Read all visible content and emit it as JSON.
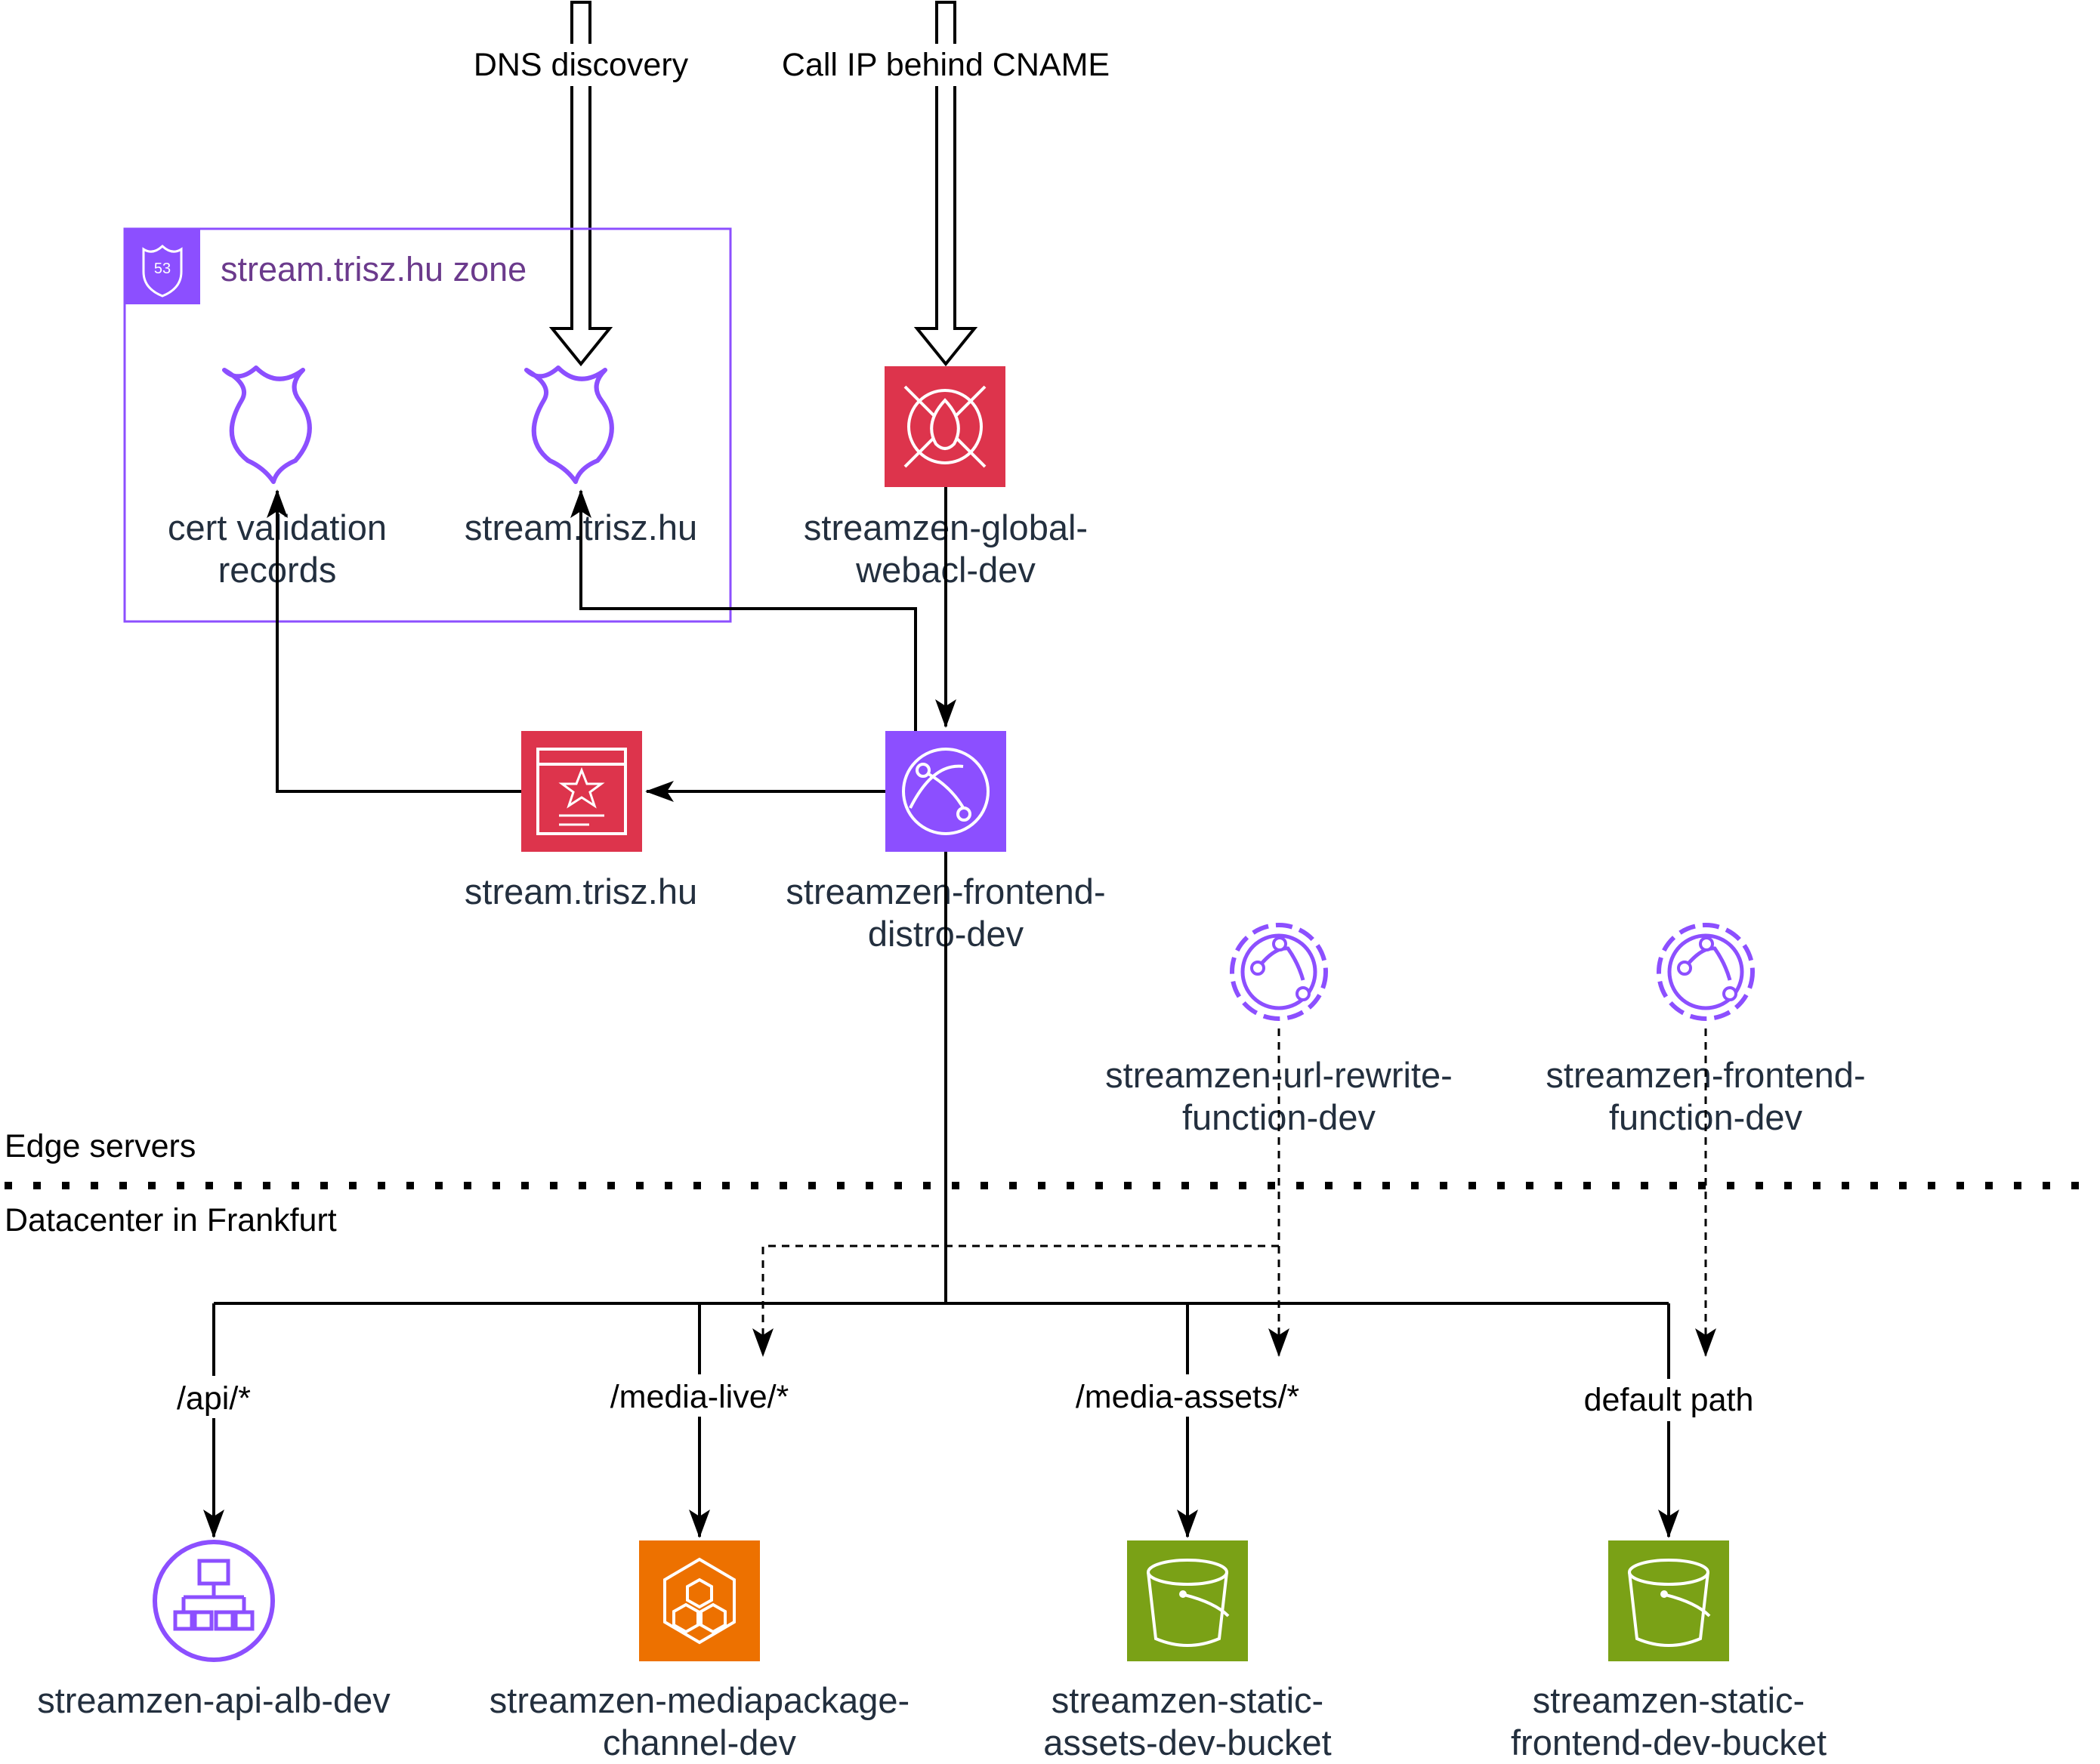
{
  "colors": {
    "zone_border": "#8c4fff",
    "purple": "#8c4fff",
    "red": "#dd344c",
    "orange": "#ed7100",
    "green": "#7aa116",
    "text": "#232f3e",
    "zone_text": "#6b3a8c"
  },
  "top_labels": {
    "dns_discovery": "DNS discovery",
    "call_ip": "Call IP behind CNAME"
  },
  "zone": {
    "title": "stream.trisz.hu zone",
    "icon": "route53-hosted-zone-icon",
    "badge": "53"
  },
  "nodes": {
    "cert_records": {
      "icon": "route53-shield-icon",
      "line1": "cert validation",
      "line2": "records"
    },
    "zone_record": {
      "icon": "route53-shield-icon",
      "line1": "stream.trisz.hu"
    },
    "waf": {
      "icon": "waf-firewall-icon",
      "line1": "streamzen-global-",
      "line2": "webacl-dev"
    },
    "certificate": {
      "icon": "certificate-icon",
      "line1": "stream.trisz.hu"
    },
    "cloudfront": {
      "icon": "cloudfront-icon",
      "line1": "streamzen-frontend-",
      "line2": "distro-dev"
    },
    "url_rewrite_fn": {
      "icon": "cloudfront-function-icon",
      "line1": "streamzen-url-rewrite-",
      "line2": "function-dev"
    },
    "frontend_fn": {
      "icon": "cloudfront-function-icon",
      "line1": "streamzen-frontend-",
      "line2": "function-dev"
    },
    "api_alb": {
      "icon": "load-balancer-icon",
      "line1": "streamzen-api-alb-dev"
    },
    "mediapackage": {
      "icon": "mediapackage-icon",
      "line1": "streamzen-mediapackage-",
      "line2": "channel-dev"
    },
    "assets_bucket": {
      "icon": "s3-bucket-icon",
      "line1": "streamzen-static-",
      "line2": "assets-dev-bucket"
    },
    "frontend_bucket": {
      "icon": "s3-bucket-icon",
      "line1": "streamzen-static-",
      "line2": "frontend-dev-bucket"
    }
  },
  "regions": {
    "edge": "Edge servers",
    "datacenter": "Datacenter in Frankfurt"
  },
  "paths": {
    "api": "/api/*",
    "media_live": "/media-live/*",
    "media_assets": "/media-assets/*",
    "default": "default path"
  }
}
